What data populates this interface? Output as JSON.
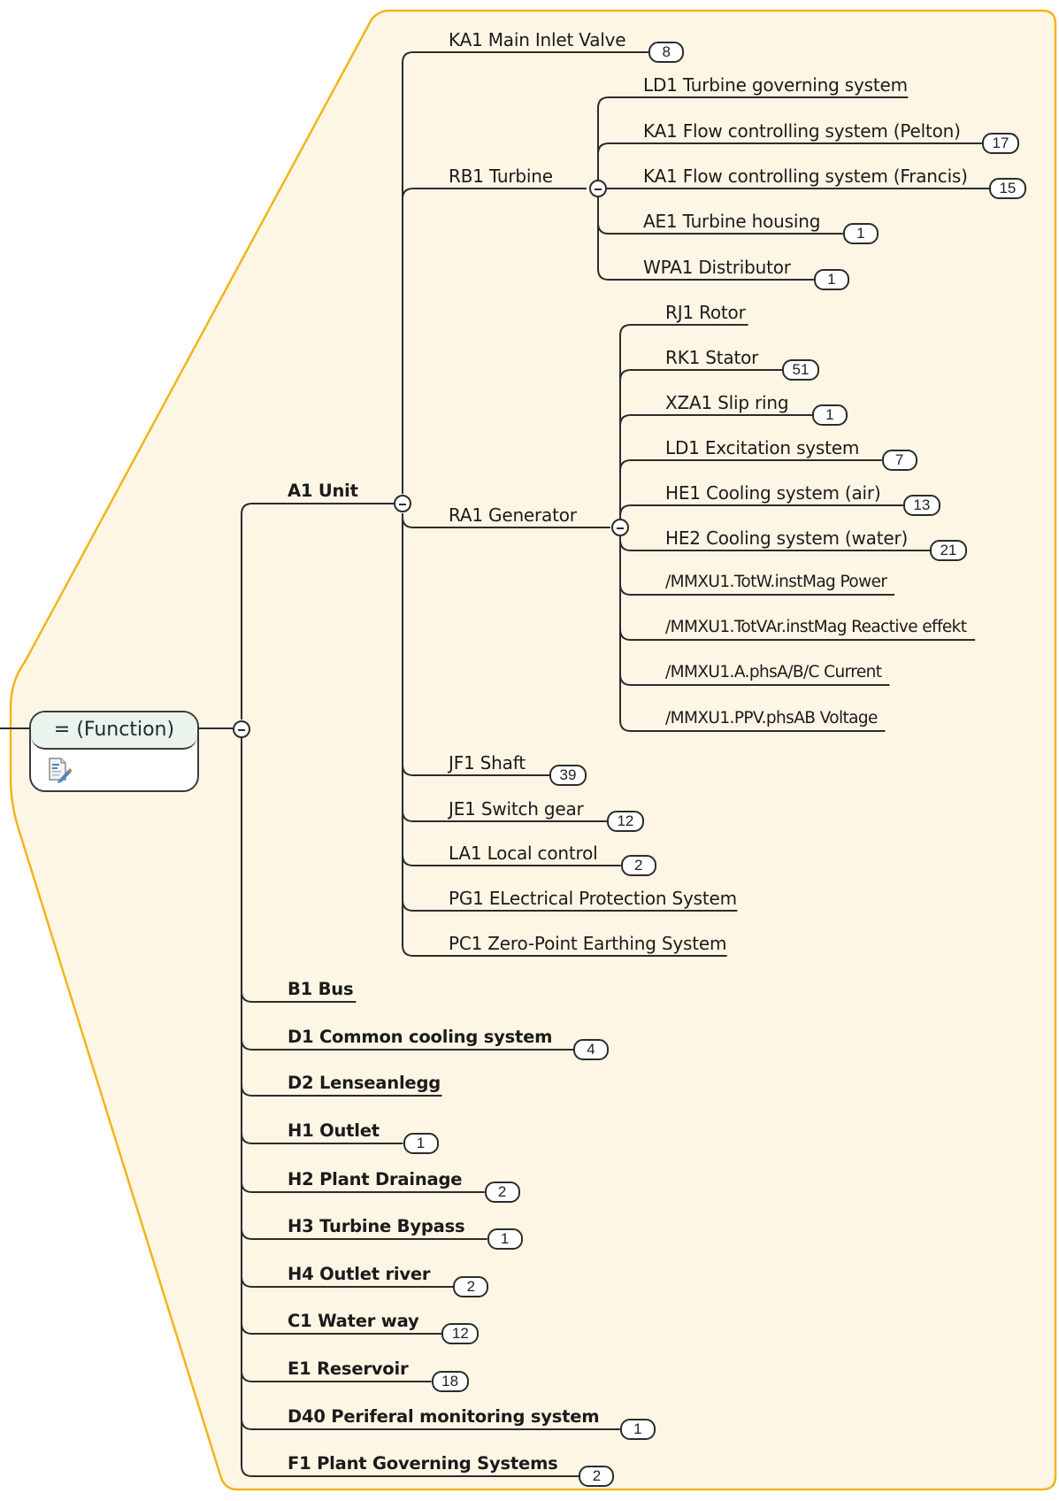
{
  "colors": {
    "boundary_fill": "#fdf6e4",
    "boundary_stroke": "#f2b41e",
    "line": "#2c2c2c",
    "root_header": "#eaf3ec"
  },
  "root": {
    "label": "= (Function)",
    "icon": "note-edit-icon",
    "collapse_state": "expanded"
  },
  "level1": [
    {
      "label": "A1 Unit",
      "count": null,
      "expanded": true
    },
    {
      "label": "B1 Bus",
      "count": null
    },
    {
      "label": "D1 Common cooling system",
      "count": "4"
    },
    {
      "label": "D2 Lenseanlegg",
      "count": null
    },
    {
      "label": "H1 Outlet",
      "count": "1"
    },
    {
      "label": "H2 Plant Drainage",
      "count": "2"
    },
    {
      "label": "H3 Turbine Bypass",
      "count": "1"
    },
    {
      "label": "H4 Outlet river",
      "count": "2"
    },
    {
      "label": "C1 Water way",
      "count": "12"
    },
    {
      "label": "E1 Reservoir",
      "count": "18"
    },
    {
      "label": "D40 Periferal monitoring system",
      "count": "1"
    },
    {
      "label": "F1 Plant Governing Systems",
      "count": "2"
    }
  ],
  "unit_children": [
    {
      "label": "KA1 Main Inlet Valve",
      "count": "8"
    },
    {
      "label": "RB1 Turbine",
      "count": null,
      "expanded": true
    },
    {
      "label": "RA1 Generator",
      "count": null,
      "expanded": true
    },
    {
      "label": "JF1 Shaft",
      "count": "39"
    },
    {
      "label": "JE1 Switch gear",
      "count": "12"
    },
    {
      "label": "LA1 Local control",
      "count": "2"
    },
    {
      "label": "PG1 ELectrical Protection System",
      "count": null
    },
    {
      "label": "PC1 Zero-Point Earthing System",
      "count": null
    }
  ],
  "turbine_children": [
    {
      "label": "LD1 Turbine governing system",
      "count": null
    },
    {
      "label": "KA1 Flow controlling system (Pelton)",
      "count": "17"
    },
    {
      "label": "KA1 Flow controlling system (Francis)",
      "count": "15"
    },
    {
      "label": "AE1 Turbine housing",
      "count": "1"
    },
    {
      "label": "WPA1 Distributor",
      "count": "1"
    }
  ],
  "generator_children": [
    {
      "label": "RJ1 Rotor",
      "count": null
    },
    {
      "label": "RK1 Stator",
      "count": "51"
    },
    {
      "label": "XZA1 Slip ring",
      "count": "1"
    },
    {
      "label": "LD1 Excitation system",
      "count": "7"
    },
    {
      "label": "HE1 Cooling system (air)",
      "count": "13"
    },
    {
      "label": "HE2 Cooling system (water)",
      "count": "21"
    },
    {
      "label": "/MMXU1.TotW.instMag  Power",
      "count": null
    },
    {
      "label": "/MMXU1.TotVAr.instMag  Reactive effekt",
      "count": null
    },
    {
      "label": "/MMXU1.A.phsA/B/C  Current",
      "count": null
    },
    {
      "label": "/MMXU1.PPV.phsAB  Voltage",
      "count": null
    }
  ]
}
